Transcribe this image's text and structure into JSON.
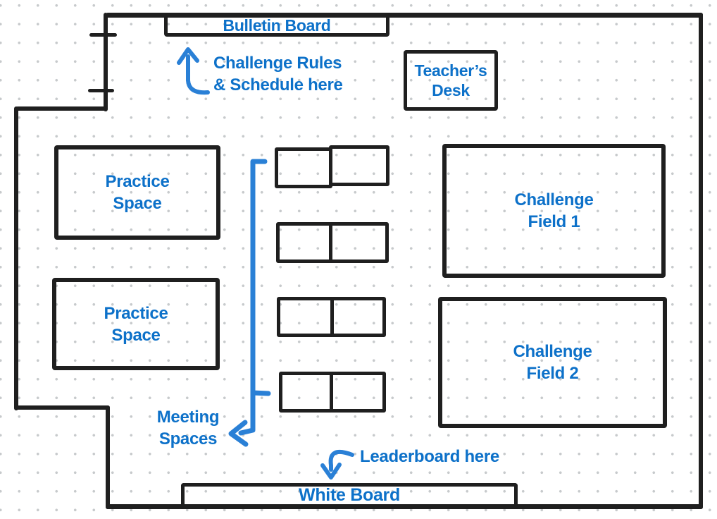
{
  "diagram_type": "classroom-floor-plan",
  "colors": {
    "wall_ink": "#1f1f1f",
    "label_blue": "#0d71c9",
    "arrow_blue": "#2a80d6",
    "grid_dot": "#c7cacc",
    "background": "#ffffff"
  },
  "rooms": {
    "bulletin_board": {
      "label": "Bulletin Board"
    },
    "teachers_desk": {
      "lines": [
        "Teacher’s",
        "Desk"
      ]
    },
    "practice_space_1": {
      "lines": [
        "Practice",
        "Space"
      ]
    },
    "practice_space_2": {
      "lines": [
        "Practice",
        "Space"
      ]
    },
    "challenge_field_1": {
      "lines": [
        "Challenge",
        "Field 1"
      ]
    },
    "challenge_field_2": {
      "lines": [
        "Challenge",
        "Field 2"
      ]
    },
    "white_board": {
      "label": "White Board"
    }
  },
  "meeting_tables": {
    "count": 4,
    "sections_per_table": 2
  },
  "annotations": {
    "rules": {
      "lines": [
        "Challenge Rules",
        "& Schedule here"
      ]
    },
    "meeting": {
      "lines": [
        "Meeting",
        "Spaces"
      ]
    },
    "leaderboard": {
      "text": "Leaderboard here"
    }
  }
}
